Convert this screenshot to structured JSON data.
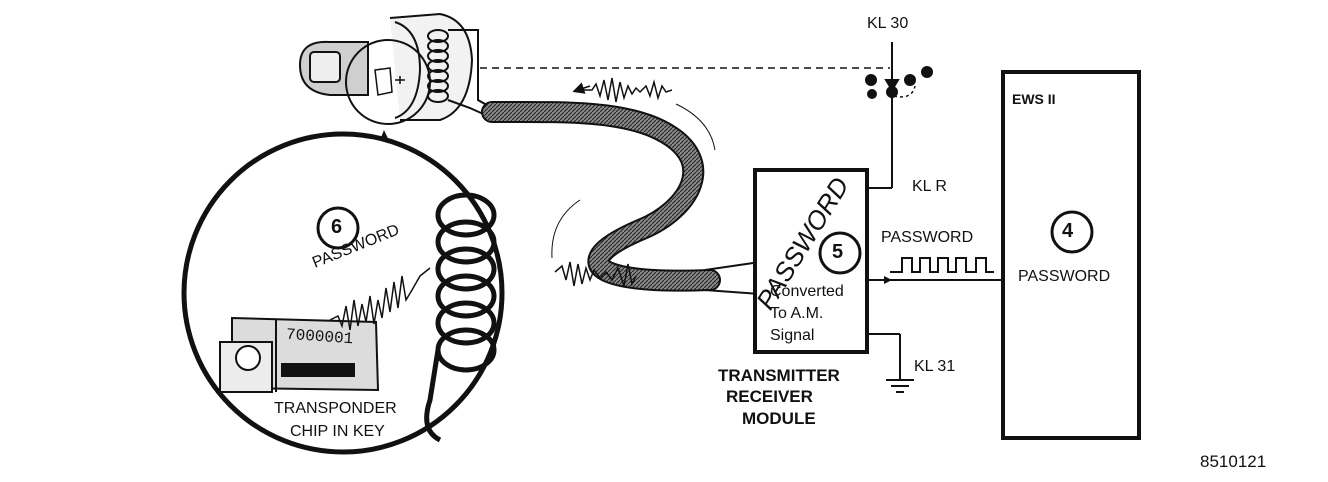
{
  "labels": {
    "kl30": "KL 30",
    "klr": "KL R",
    "kl31": "KL 31",
    "ews_title": "EWS II",
    "ews_number": "4",
    "ews_password": "PASSWORD",
    "signal_password": "PASSWORD",
    "module_number": "5",
    "module_stamp": "PASSWORD",
    "module_converted": "Converted",
    "module_to_am": "To A.M.",
    "module_signal": "Signal",
    "module_caption_1": "TRANSMITTER",
    "module_caption_2": "RECEIVER",
    "module_caption_3": "MODULE",
    "key_number": "6",
    "key_password": "PASSWORD",
    "chip_serial": "7000001",
    "key_caption_1": "TRANSPONDER",
    "key_caption_2": "CHIP IN KEY",
    "figure_id": "8510121"
  },
  "colors": {
    "line": "#111111",
    "background": "#ffffff",
    "shade": "#9a9a9a"
  }
}
